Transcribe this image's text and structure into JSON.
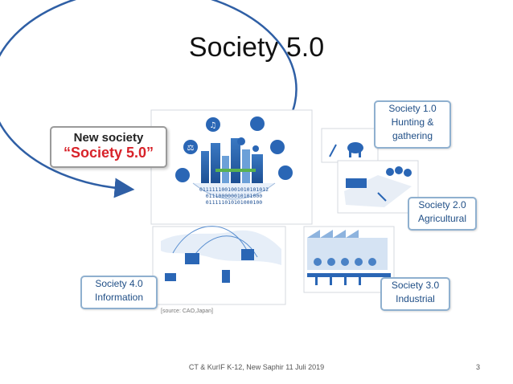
{
  "slide": {
    "title": "Society 5.0",
    "footer": "CT & KurIF K-12, New Saphir 11 Juli  2019",
    "page_number": "3"
  },
  "diagram": {
    "new_society": {
      "line1": "New society",
      "line2": "“Society 5.0”"
    },
    "stages": [
      {
        "line1": "Society 1.0",
        "line2": "Hunting &",
        "line3": "gathering"
      },
      {
        "line1": "Society 2.0",
        "line2": "Agricultural"
      },
      {
        "line1": "Society 3.0",
        "line2": "Industrial"
      },
      {
        "line1": "Society 4.0",
        "line2": "Information"
      }
    ],
    "source": "[source: CAO,Japan]",
    "binary_lines": [
      "0111111001001010101012",
      "011100000010101000",
      "011111010101000100"
    ],
    "colors": {
      "arrow": "#2f5fa5",
      "accent": "#d8232a",
      "label_text": "#1f4e86"
    }
  }
}
